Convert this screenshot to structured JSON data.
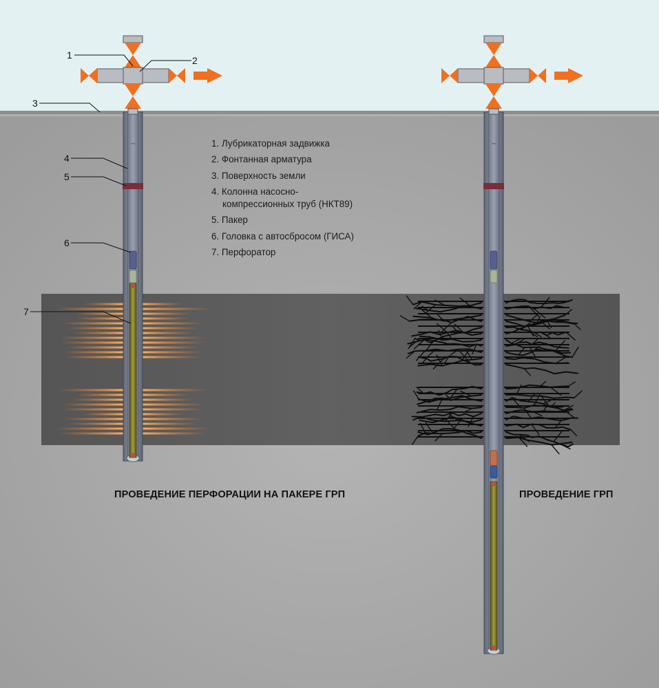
{
  "legend": [
    {
      "label": "1. Лубрикаторная задвижка"
    },
    {
      "label": "2. Фонтанная арматура"
    },
    {
      "label": "3. Поверхность земли"
    },
    {
      "label": "4. Колонна насосно-\nкомпрессионных труб (НКТ89)"
    },
    {
      "label": "5. Пакер"
    },
    {
      "label": "6. Головка с автосбросом (ГИСА)"
    },
    {
      "label": "7. Перфоратор"
    }
  ],
  "callouts": [
    "1",
    "2",
    "3",
    "4",
    "5",
    "6",
    "7"
  ],
  "captions": {
    "left": "ПРОВЕДЕНИЕ ПЕРФОРАЦИИ НА ПАКЕРЕ ГРП",
    "right": "ПРОВЕДЕНИЕ ГРП"
  },
  "colors": {
    "sky": "#e4f1f2",
    "ground": "#a9a9a9",
    "formation": "#5a5a5a",
    "valve": "#f07020",
    "casing": "#7c8494",
    "packer": "#7a2d3a",
    "perforator": "#7e7a2c",
    "perforation_jet": "#ff8c3a",
    "fracture": "#0d0d0d"
  },
  "icons": {
    "flow_arrow": "right-arrow-icon",
    "valve": "gate-valve-icon"
  }
}
